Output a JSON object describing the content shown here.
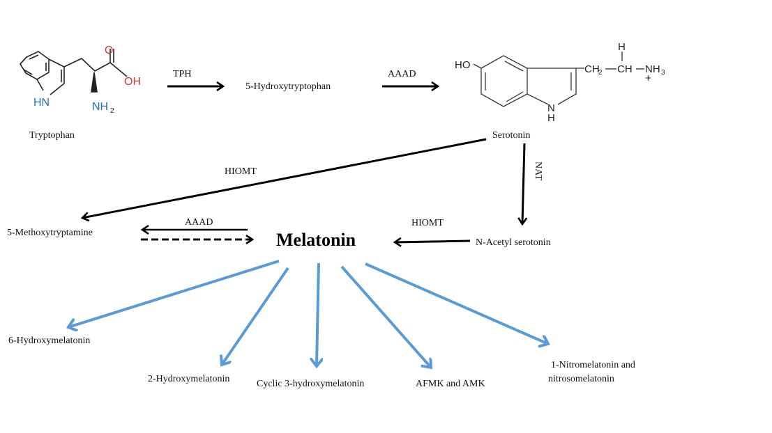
{
  "diagram": {
    "title": "Melatonin biosynthesis and metabolism pathway",
    "colors": {
      "pathway_arrow": "#000000",
      "metabolism_arrow": "#5b9bd5",
      "oxygen": "#d9353a",
      "nitrogen": "#1f6fb5"
    },
    "compounds": {
      "tryptophan": "Tryptophan",
      "hydroxytryptophan": "5-Hydroxytryptophan",
      "serotonin": "Serotonin",
      "methoxytryptamine": "5-Methoxytryptamine",
      "melatonin": "Melatonin",
      "acetylserotonin": "N-Acetyl serotonin"
    },
    "enzymes": {
      "tph": "TPH",
      "aaad1": "AAAD",
      "hiomt1": "HIOMT",
      "nat": "NAT",
      "aaad2": "AAAD",
      "hiomt2": "HIOMT"
    },
    "metabolites": [
      {
        "label": "6-Hydroxymelatonin"
      },
      {
        "label": "2-Hydroxymelatonin"
      },
      {
        "label": "Cyclic 3-hydroxymelatonin"
      },
      {
        "label": "AFMK and AMK"
      },
      {
        "label": "1-Nitromelatonin and",
        "label2": "nitrosomelatonin"
      }
    ],
    "structures": {
      "tryptophan": {
        "o": "O",
        "oh": "OH",
        "hn": "HN",
        "nh": "NH",
        "nh_sub": "2"
      },
      "serotonin": {
        "ho": "HO",
        "ch2": "CH",
        "ch2_sub": "2",
        "ch": "CH",
        "h_top": "H",
        "nh3": "NH",
        "nh3_sub": "3",
        "plus": "+",
        "n": "N",
        "nh_h": "H"
      }
    }
  }
}
